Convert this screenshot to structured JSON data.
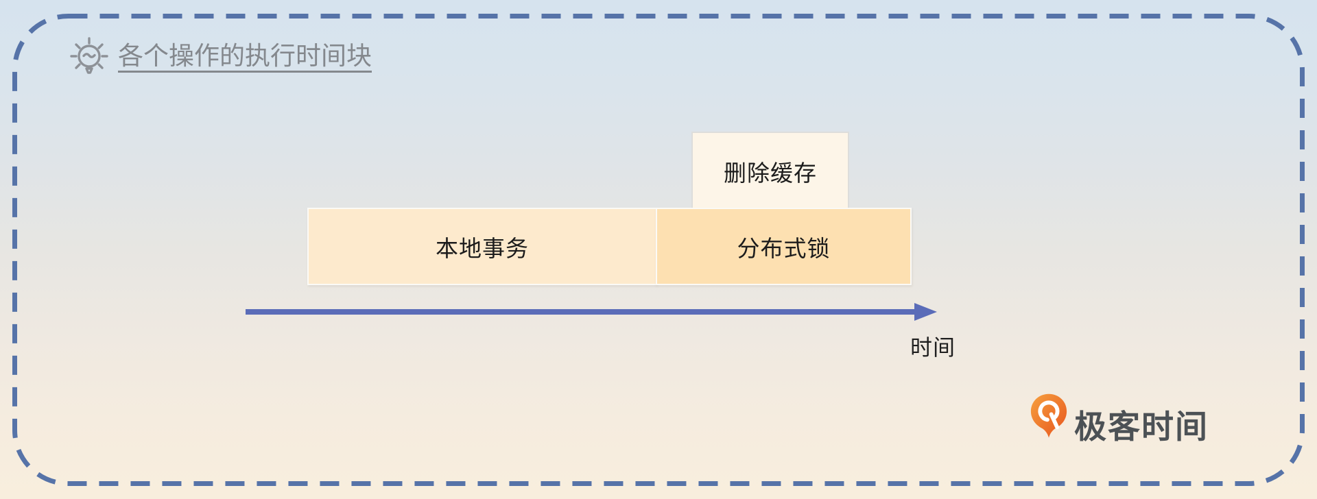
{
  "frame": {
    "border_color": "#5673a8",
    "background_top_color": "#d6e3ee",
    "background_bottom_color": "#f8eedd"
  },
  "title": {
    "icon": "lightbulb-icon",
    "icon_color": "#8d9197",
    "text": "各个操作的执行时间块",
    "text_color": "#84888d"
  },
  "diagram": {
    "blocks": [
      {
        "id": "delete-cache",
        "label": "删除缓存",
        "color": "#fdf5e8"
      },
      {
        "id": "local-transaction",
        "label": "本地事务",
        "color": "#fdeacd"
      },
      {
        "id": "distributed-lock",
        "label": "分布式锁",
        "color": "#fde0b1"
      }
    ],
    "axis": {
      "label": "时间",
      "arrow_color": "#5a6cb8",
      "direction": "right"
    }
  },
  "brand": {
    "icon": "geektime-logo-icon",
    "name": "极客时间",
    "accent": "#ea5a1d",
    "text_color": "#4c5155"
  }
}
